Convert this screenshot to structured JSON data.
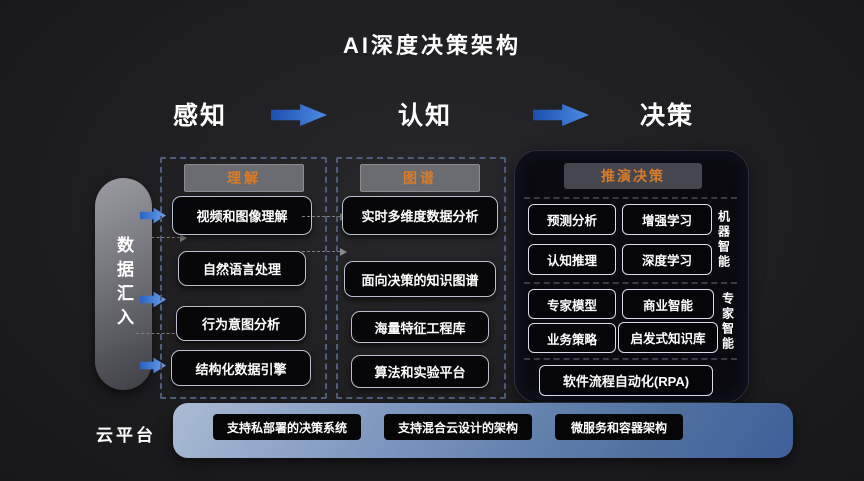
{
  "title": "AI深度决策架构",
  "stages": {
    "perception": "感知",
    "cognition": "认知",
    "decision": "决策"
  },
  "data_inflow": "数据汇入",
  "perception": {
    "header": "理解",
    "items": [
      "视频和图像理解",
      "自然语言处理",
      "行为意图分析",
      "结构化数据引擎"
    ]
  },
  "cognition": {
    "header": "图谱",
    "items": [
      "实时多维度数据分析",
      "面向决策的知识图谱",
      "海量特征工程库",
      "算法和实验平台"
    ]
  },
  "decision": {
    "header": "推演决策",
    "machine": {
      "items": [
        "预测分析",
        "增强学习",
        "认知推理",
        "深度学习"
      ],
      "side_label": "机器智能"
    },
    "expert": {
      "items": [
        "专家模型",
        "商业智能",
        "业务策略",
        "启发式知识库"
      ],
      "side_label": "专家智能"
    },
    "rpa": "软件流程自动化(RPA)"
  },
  "cloud": {
    "label": "云平台",
    "items": [
      "支持私部署的决策系统",
      "支持混合云设计的架构",
      "微服务和容器架构"
    ]
  },
  "colors": {
    "accent_orange": "#d97b28",
    "arrow_blue": "#2e6fd0",
    "cloud_bar_blue": "#6e8fc0",
    "background": "#1e1e21"
  }
}
